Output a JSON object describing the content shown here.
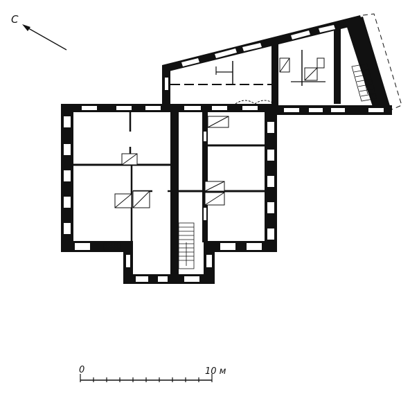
{
  "north_arrow": {
    "label": "С"
  },
  "scale_bar": {
    "start_label": "0",
    "end_label": "10 м"
  },
  "colors": {
    "wall": "#111111",
    "paper": "#ffffff",
    "hatch": "#111111"
  }
}
